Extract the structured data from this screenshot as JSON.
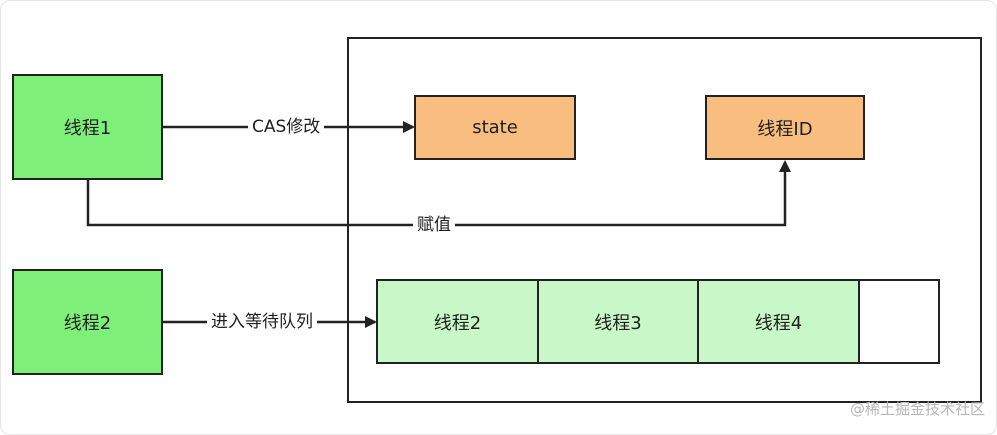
{
  "nodes": {
    "thread1": "线程1",
    "thread2": "线程2",
    "state": "state",
    "thread_id": "线程ID",
    "queue": [
      "线程2",
      "线程3",
      "线程4",
      ""
    ]
  },
  "edges": {
    "cas_modify": "CAS修改",
    "assign": "赋值",
    "enter_queue": "进入等待队列"
  },
  "watermark": "@稀土掘金技术社区",
  "colors": {
    "thread_fill": "#7ef07a",
    "field_fill": "#f8bd7f",
    "queue_fill": "#c8f7c8",
    "stroke": "#222222"
  }
}
